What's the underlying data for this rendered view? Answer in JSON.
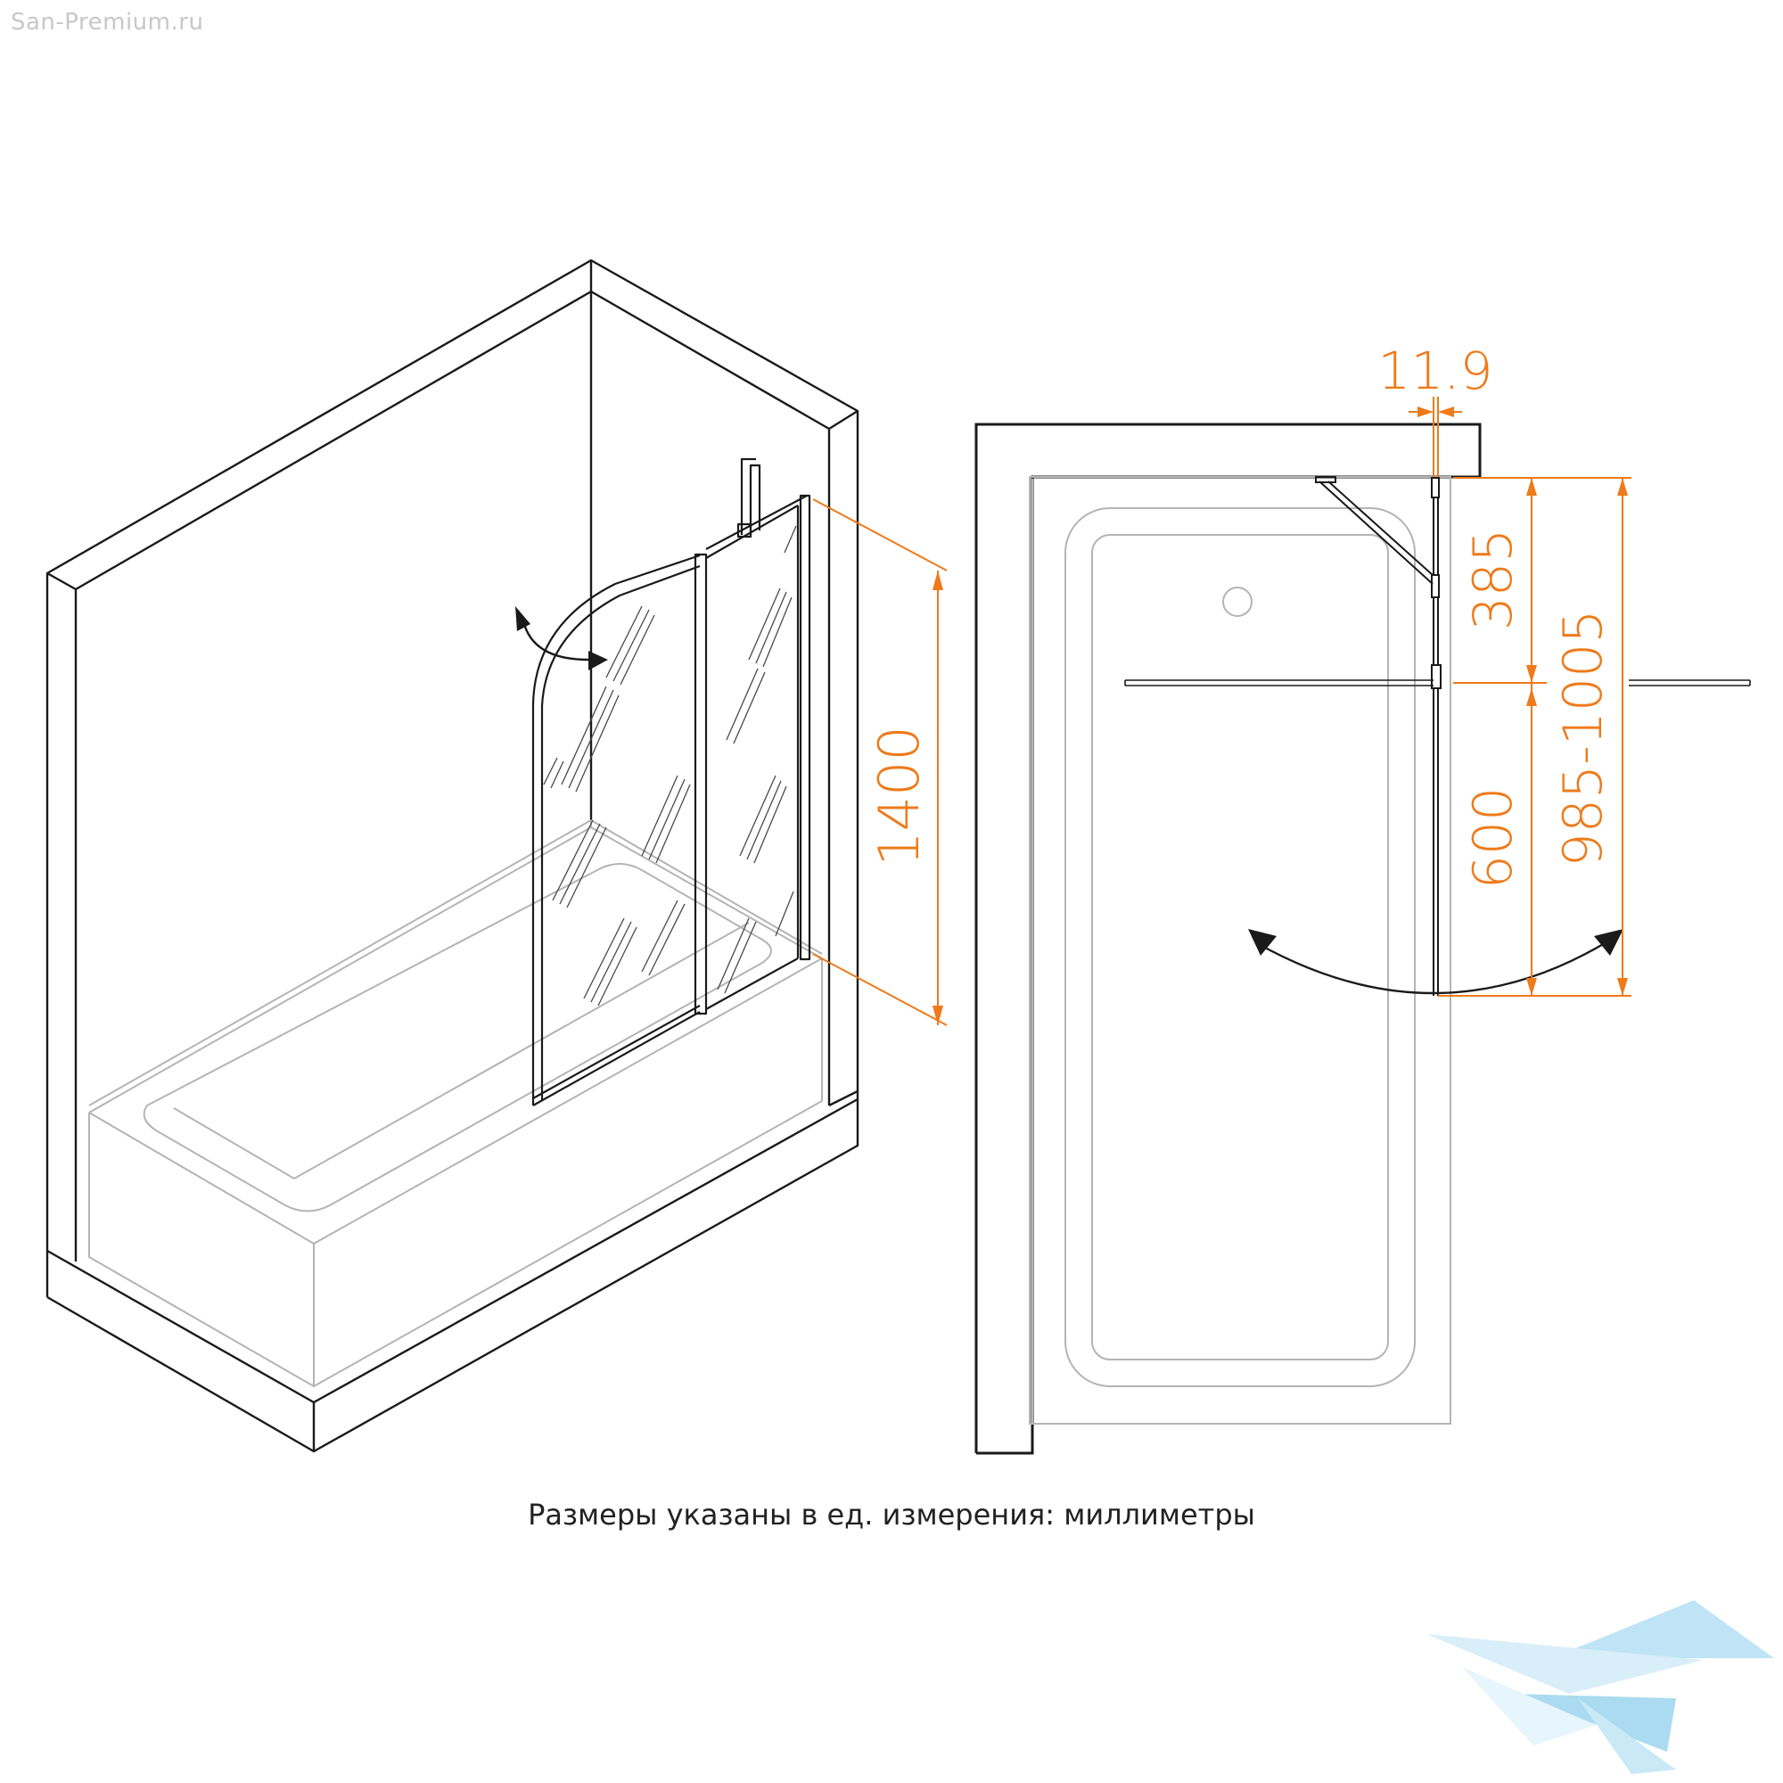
{
  "watermark": "San-Premium.ru",
  "caption": "Размеры указаны в ед. измерения: миллиметры",
  "dimensions": {
    "height": "1400",
    "profile": "11.9",
    "top_segment": "385",
    "fixed_part": "600",
    "total_width": "985-1005"
  },
  "colors": {
    "dimension": "#ee7a1a",
    "line": "#1a1a1a",
    "light_line": "#b4b4b4",
    "logo": "#7ec8e8"
  }
}
